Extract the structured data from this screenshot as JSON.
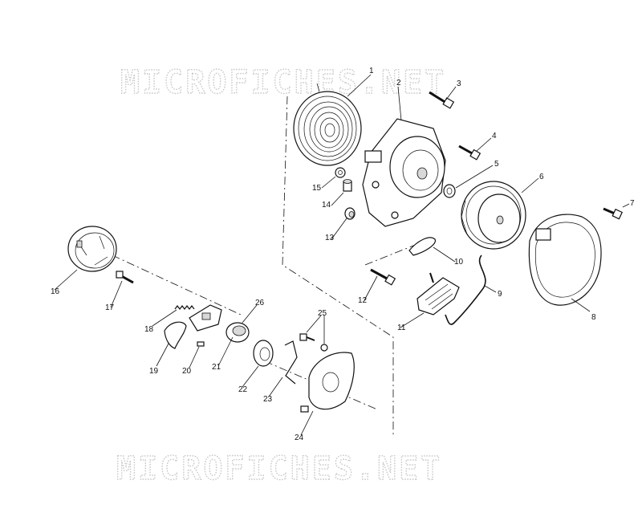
{
  "watermark": {
    "top": "MICROFICHES.NET",
    "bottom": "MICROFICHES.NET"
  },
  "callouts": [
    {
      "id": "1",
      "text": "1"
    },
    {
      "id": "2",
      "text": "2"
    },
    {
      "id": "3",
      "text": "3"
    },
    {
      "id": "4",
      "text": "4"
    },
    {
      "id": "5",
      "text": "5"
    },
    {
      "id": "6",
      "text": "6"
    },
    {
      "id": "7",
      "text": "7"
    },
    {
      "id": "8",
      "text": "8"
    },
    {
      "id": "9",
      "text": "9"
    },
    {
      "id": "10",
      "text": "10"
    },
    {
      "id": "11",
      "text": "11"
    },
    {
      "id": "12",
      "text": "12"
    },
    {
      "id": "13",
      "text": "13"
    },
    {
      "id": "14",
      "text": "14"
    },
    {
      "id": "15",
      "text": "15"
    },
    {
      "id": "16",
      "text": "16"
    },
    {
      "id": "17",
      "text": "17"
    },
    {
      "id": "18",
      "text": "18"
    },
    {
      "id": "19",
      "text": "19"
    },
    {
      "id": "20",
      "text": "20"
    },
    {
      "id": "21",
      "text": "21"
    },
    {
      "id": "22",
      "text": "22"
    },
    {
      "id": "23",
      "text": "23"
    },
    {
      "id": "24",
      "text": "24"
    },
    {
      "id": "25",
      "text": "25"
    },
    {
      "id": "26",
      "text": "26"
    }
  ]
}
